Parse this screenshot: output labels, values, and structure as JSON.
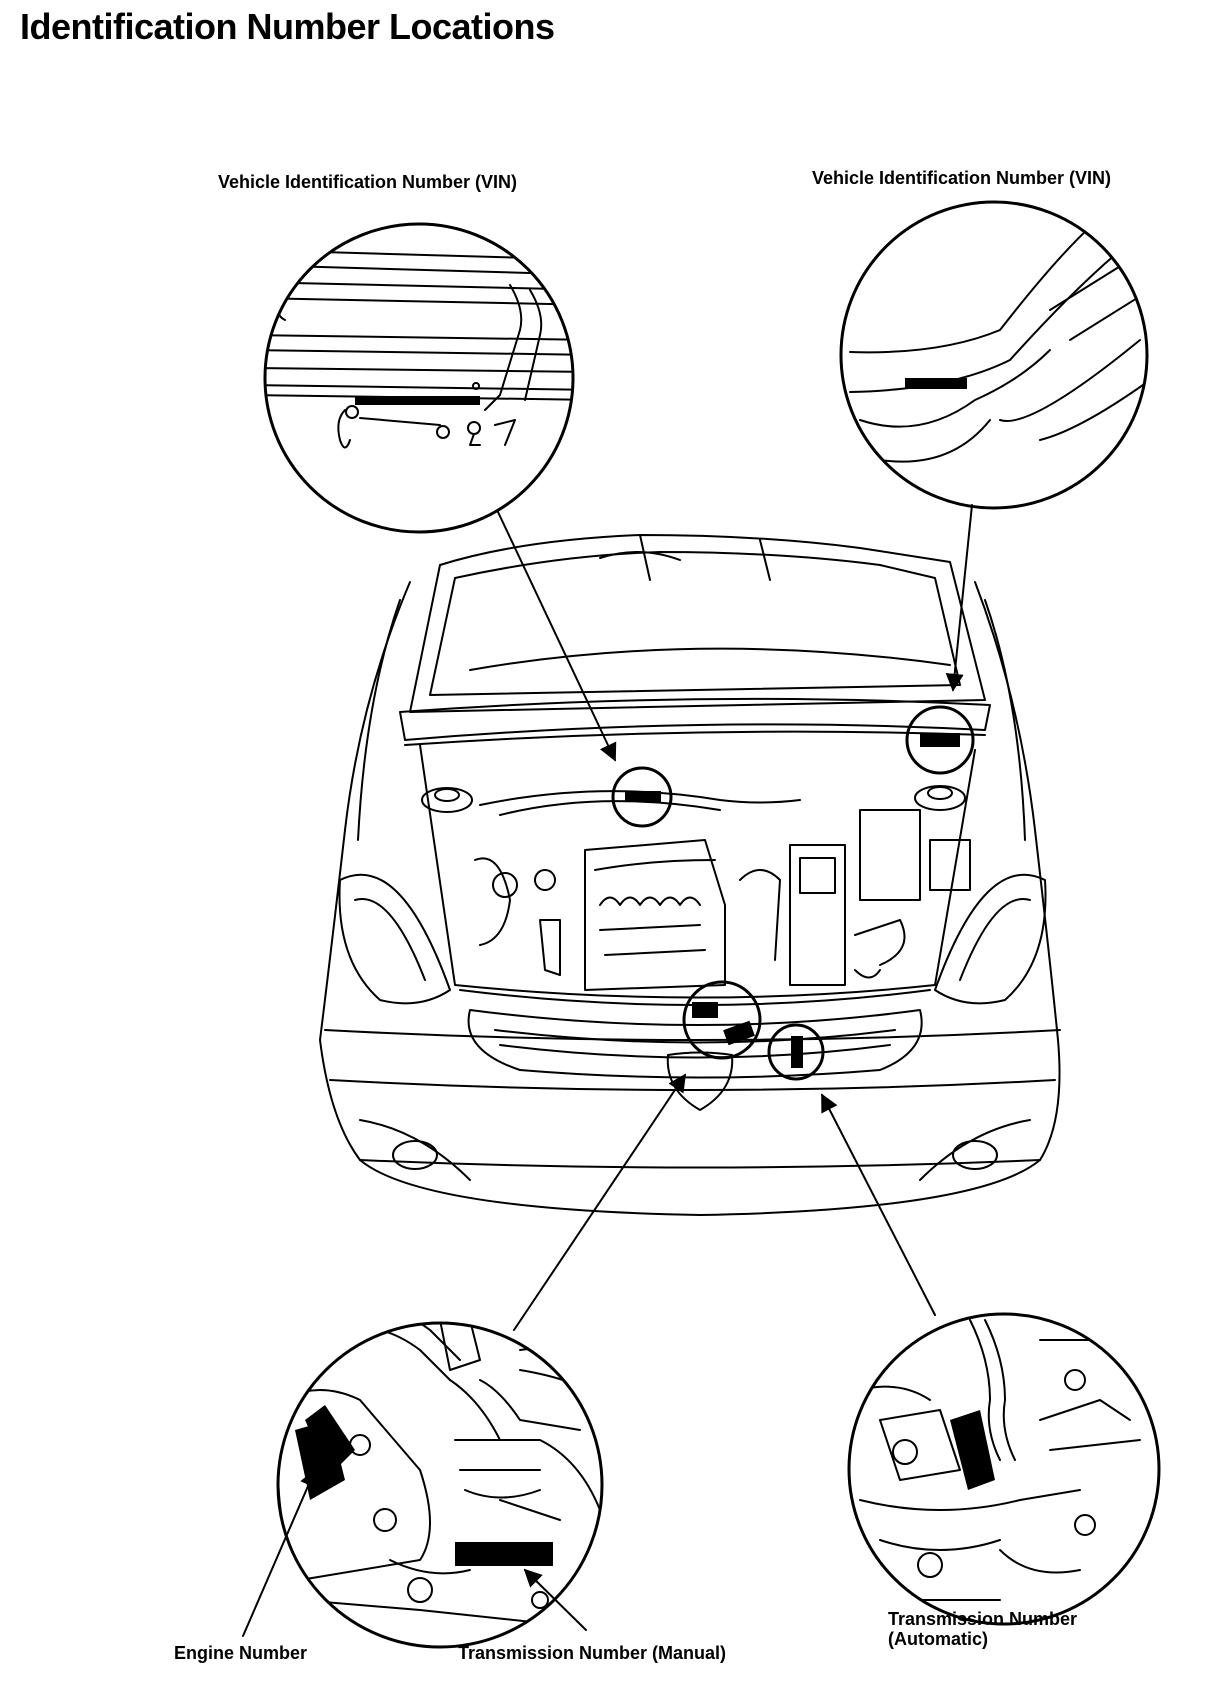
{
  "page": {
    "title": "Identification Number Locations"
  },
  "callouts": {
    "vin_left": "Vehicle Identification Number (VIN)",
    "vin_right": "Vehicle Identification Number (VIN)",
    "engine_number": "Engine Number",
    "transmission_manual": "Transmission Number (Manual)",
    "transmission_automatic_line1": "Transmission Number",
    "transmission_automatic_line2": "(Automatic)"
  }
}
